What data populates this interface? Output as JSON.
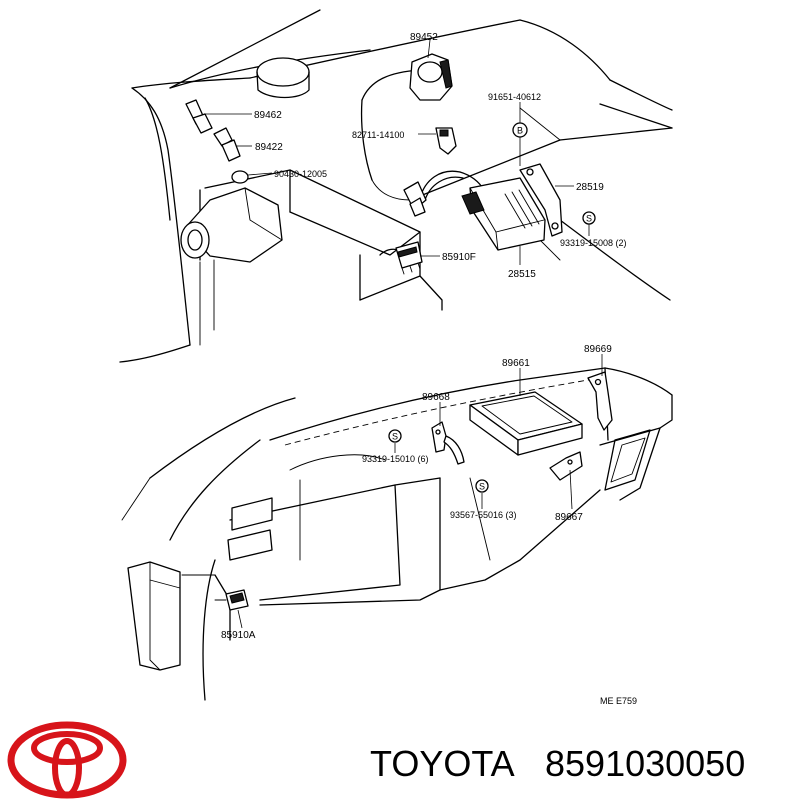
{
  "parts": {
    "p89452": "89452",
    "p89462": "89462",
    "p91651": "91651-40612",
    "p82711": "82711-14100",
    "p89422": "89422",
    "p90430": "90430-12005",
    "p28519": "28519",
    "p93319a": "93319-15008 (2)",
    "p85910F": "85910F",
    "p28515": "28515",
    "p89661": "89661",
    "p89669": "89669",
    "p89668": "89668",
    "p93319b": "93319-15010 (6)",
    "p93567": "93567-55016 (3)",
    "p89667": "89667",
    "p85910A": "85910A"
  },
  "screw_symbol": "S",
  "bolt_symbol": "B",
  "diagram_code": "ME  E759",
  "brand_name": "TOYOTA",
  "part_number": "8591030050",
  "brand_color": "#d7141a"
}
